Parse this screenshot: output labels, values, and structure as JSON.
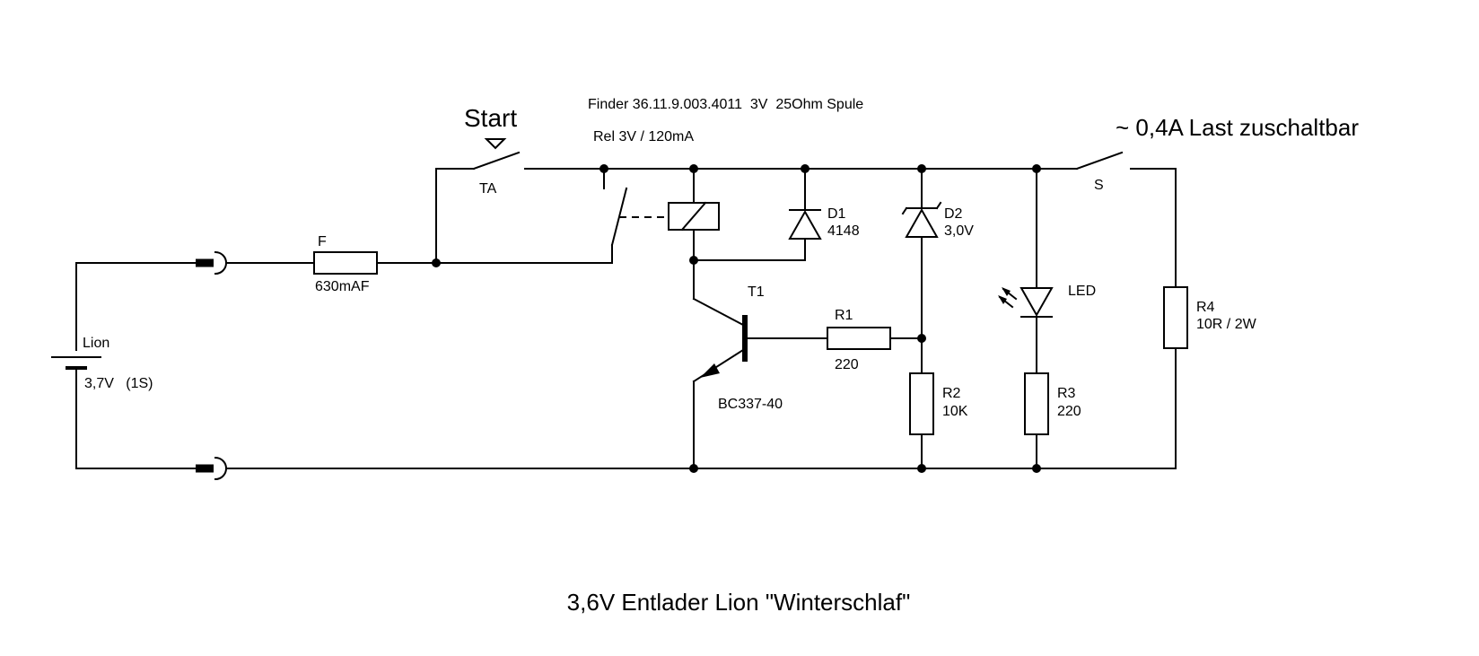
{
  "title": "3,6V Entlader Lion \"Winterschlaf\"",
  "relay_model": "Finder 36.11.9.003.4011  3V  25Ohm Spule",
  "relay_rating": "Rel 3V / 120mA",
  "start_label": "Start",
  "load_note": "~ 0,4A Last zuschaltbar",
  "components": {
    "battery": {
      "name": "Lion",
      "value": "3,7V   (1S)"
    },
    "fuse": {
      "name": "F",
      "value": "630mAF"
    },
    "pushbutton": {
      "name": "TA"
    },
    "switch": {
      "name": "S"
    },
    "d1": {
      "name": "D1",
      "value": "4148"
    },
    "d2": {
      "name": "D2",
      "value": "3,0V"
    },
    "transistor": {
      "name": "T1",
      "value": "BC337-40"
    },
    "r1": {
      "name": "R1",
      "value": "220"
    },
    "r2": {
      "name": "R2",
      "value": "10K"
    },
    "r3": {
      "name": "R3",
      "value": "220"
    },
    "r4": {
      "name": "R4",
      "value": "10R / 2W"
    },
    "led": {
      "name": "LED"
    }
  }
}
